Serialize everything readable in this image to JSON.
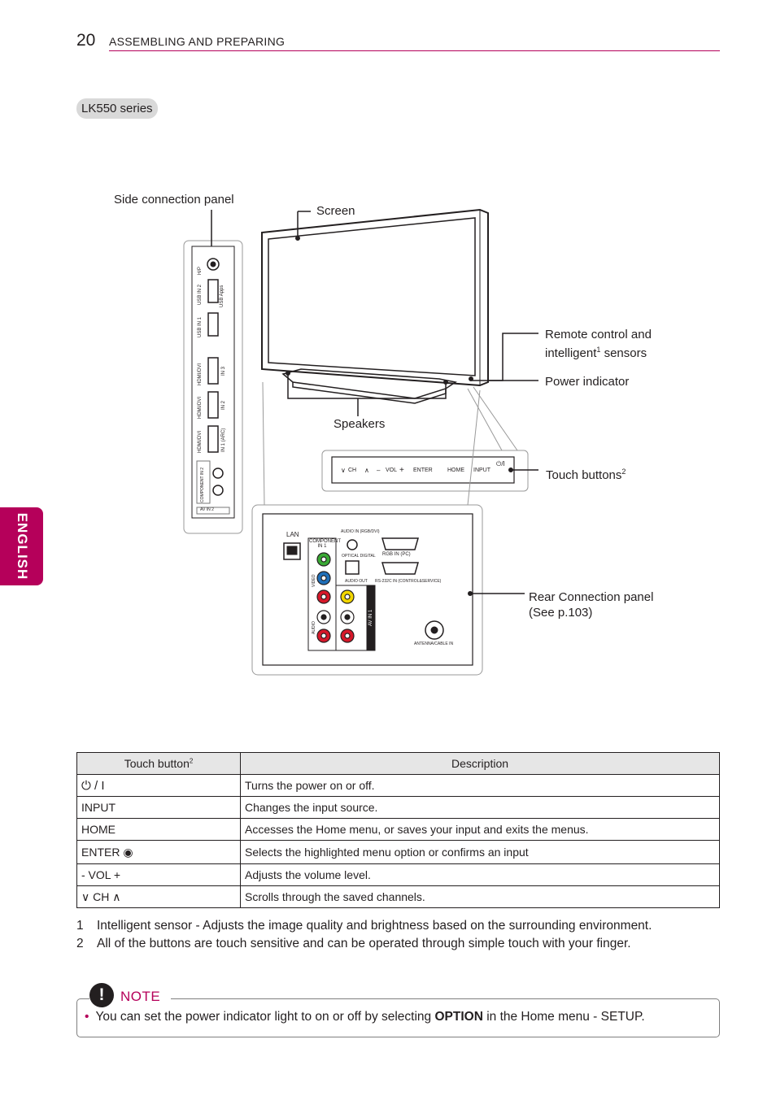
{
  "header": {
    "page_number": "20",
    "section": "ASSEMBLING AND PREPARING",
    "language_tab": "ENGLISH"
  },
  "series_badge": "LK550 series",
  "callouts": {
    "side_panel": "Side connection panel",
    "screen": "Screen",
    "remote_sensors_line1": "Remote control and",
    "remote_sensors_line2a": "intelligent",
    "remote_sensors_sup": "1",
    "remote_sensors_line2b": " sensors",
    "power_indicator": "Power indicator",
    "speakers": "Speakers",
    "touch_buttons": "Touch buttons",
    "touch_buttons_sup": "2",
    "rear_panel_line1": "Rear Connection panel",
    "rear_panel_line2": "(See p.103)"
  },
  "touch_strip": {
    "ch": "CH",
    "vol": "VOL",
    "minus": "–",
    "plus": "+",
    "enter": "ENTER",
    "home": "HOME",
    "input": "INPUT",
    "power": "⏻/I",
    "down": "∨",
    "up": "∧"
  },
  "side_panel_labels": {
    "hp": "H/P",
    "usb2": "USB IN 2",
    "usb_apps": "USB Apps",
    "usb1": "USB IN 1",
    "hdmi": "HDMI/DVI",
    "in3": "IN 3",
    "in2": "IN 2",
    "in1": "IN 1 (ARC)",
    "component2": "COMPONENT IN 2",
    "av_in2": "AV IN 2"
  },
  "rear_panel_labels": {
    "lan": "LAN",
    "component_in": "COMPONENT IN 1",
    "audio_in_rgb": "AUDIO IN (RGB/DVI)",
    "optical": "OPTICAL DIGITAL",
    "audio_out": "AUDIO OUT",
    "rgb_in": "RGB IN (PC)",
    "rs232": "RS-232C IN (CONTROL&SERVICE)",
    "video": "VIDEO",
    "audio": "AUDIO",
    "av_in1": "AV IN 1",
    "antenna": "ANTENNA/CABLE IN"
  },
  "table": {
    "col1_header": "Touch button",
    "col1_sup": "2",
    "col2_header": "Description",
    "rows": [
      {
        "button": "⏻ / I",
        "description": "Turns the power on or off."
      },
      {
        "button": "INPUT",
        "description": "Changes the input source."
      },
      {
        "button": "HOME",
        "description": "Accesses the Home menu, or saves your input and exits the menus."
      },
      {
        "button": "ENTER ◉",
        "description": "Selects the highlighted menu option or confirms an input"
      },
      {
        "button": "- VOL +",
        "description": "Adjusts the volume level."
      },
      {
        "button": "∨ CH ∧",
        "description": "Scrolls through the saved channels."
      }
    ]
  },
  "footnotes": [
    {
      "num": "1",
      "text": "Intelligent sensor - Adjusts the image quality and brightness based on the surrounding environment."
    },
    {
      "num": "2",
      "text": "All of the buttons are touch sensitive and can be operated through simple touch with your finger."
    }
  ],
  "note": {
    "label": "NOTE",
    "icon": "!",
    "bullet": "•",
    "text_before": "You can set the power indicator light to on or off by selecting ",
    "text_bold": "OPTION",
    "text_after": " in the Home menu - SETUP."
  },
  "colors": {
    "accent": "#b5005a",
    "text": "#231f20",
    "header_fill": "#e6e6e6"
  }
}
